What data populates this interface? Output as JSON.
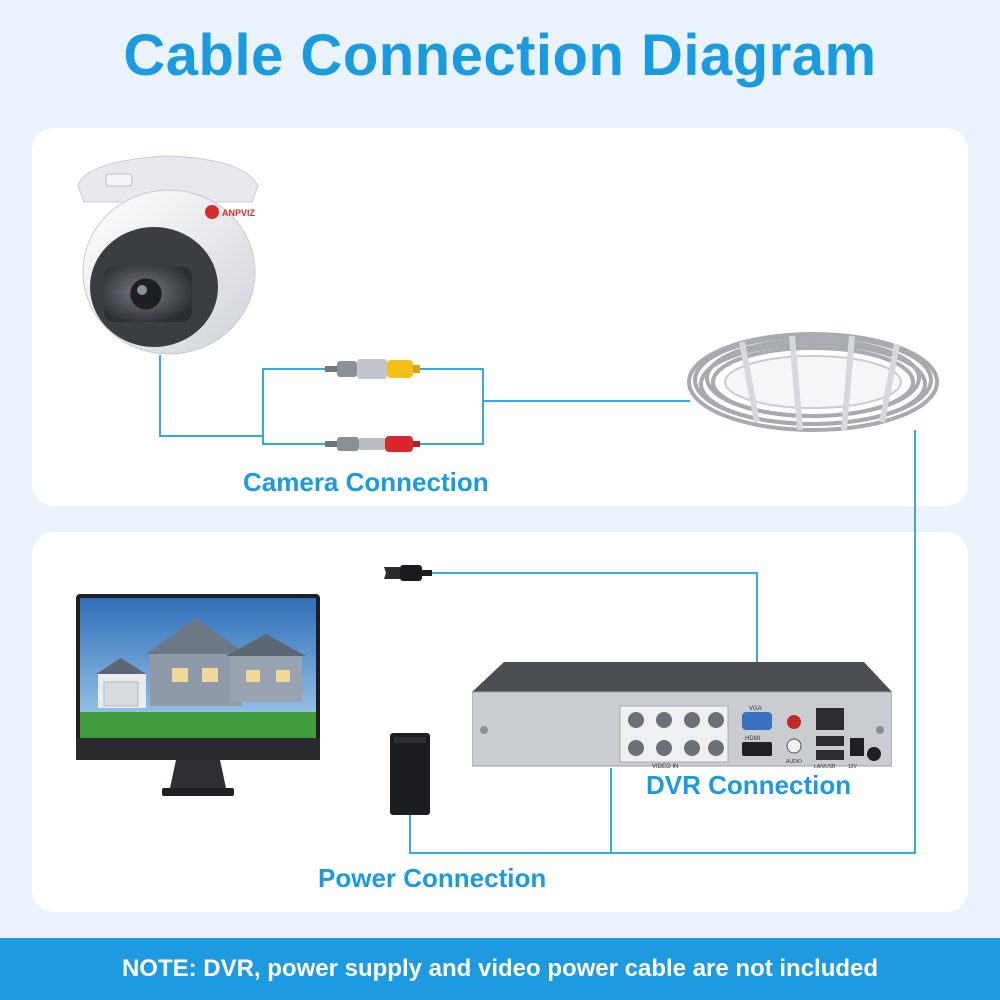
{
  "title": "Cable Connection Diagram",
  "labels": {
    "camera": "Camera Connection",
    "dvr": "DVR Connection",
    "power": "Power Connection"
  },
  "footer": {
    "note": "NOTE: DVR, power supply and video power cable are not included"
  },
  "camera_brand": "ANPVIZ",
  "dvr_ports": {
    "video_in": "VIDEO IN",
    "vga": "VGA",
    "hdmi": "HDMI",
    "audio": "AUDIO",
    "lan_usb": "LAN/USB",
    "power": "12V"
  },
  "colors": {
    "accent": "#1a9be0",
    "wire": "#3aa7dd",
    "footer": "#1e9be0"
  }
}
